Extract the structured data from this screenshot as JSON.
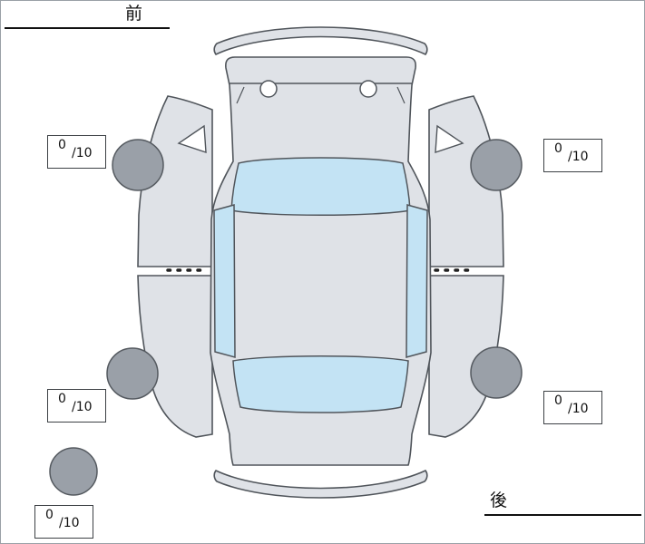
{
  "labels": {
    "front": "前",
    "rear": "後"
  },
  "scores": {
    "front_left": {
      "value": "0",
      "denominator": "/10"
    },
    "front_right": {
      "value": "0",
      "denominator": "/10"
    },
    "rear_left": {
      "value": "0",
      "denominator": "/10"
    },
    "rear_right": {
      "value": "0",
      "denominator": "/10"
    },
    "spare": {
      "value": "0",
      "denominator": "/10"
    }
  },
  "colors": {
    "car_body": "#dfe2e7",
    "glass": "#c3e3f4",
    "tire": "#9aa0a8",
    "outline": "#50555b"
  }
}
